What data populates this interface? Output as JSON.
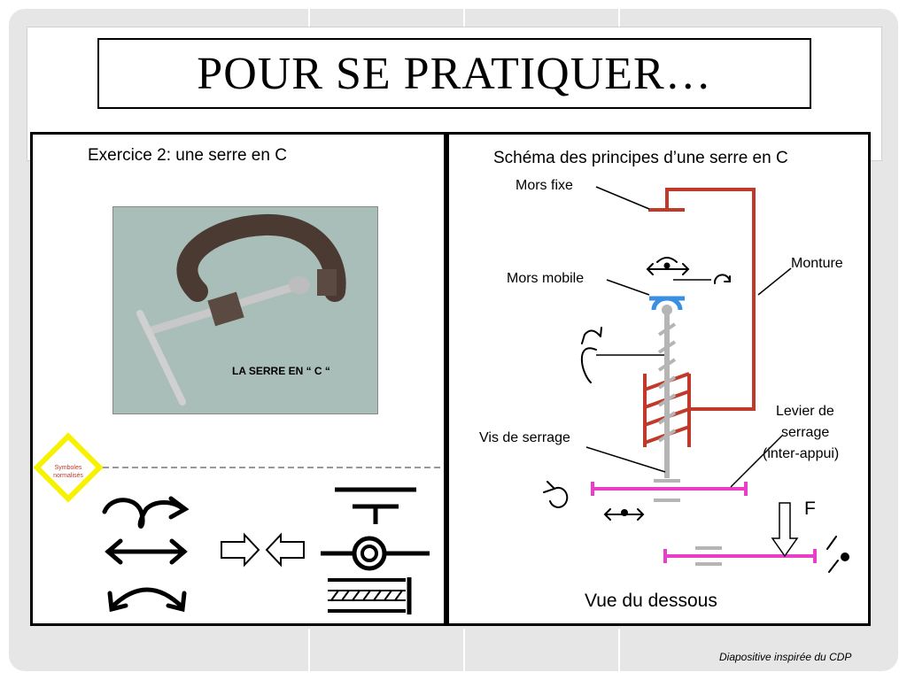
{
  "title": "POUR SE PRATIQUER…",
  "left_panel": {
    "exercise_title": "Exercice 2:  une serre en C",
    "photo_label": "LA SERRE EN “ C “",
    "badge": {
      "line1": "Symboles",
      "line2": "normalisés"
    }
  },
  "right_panel": {
    "schema_title": "Schéma des principes d’une serre en C",
    "labels": {
      "mors_fixe": "Mors fixe",
      "mors_mobile": "Mors mobile",
      "monture": "Monture",
      "levier_1": "Levier de",
      "levier_2": "serrage",
      "levier_3": "(inter-appui)",
      "vis": "Vis de serrage",
      "force": "F"
    },
    "view_label": "Vue du dessous"
  },
  "footer": {
    "credit": "Diapositive inspirée du CDP"
  },
  "colors": {
    "frame": "#c0392b",
    "lever": "#e83ec8",
    "jaw": "#3b8fe0",
    "screw": "#b5b5b5",
    "badge": "#f7f200"
  }
}
